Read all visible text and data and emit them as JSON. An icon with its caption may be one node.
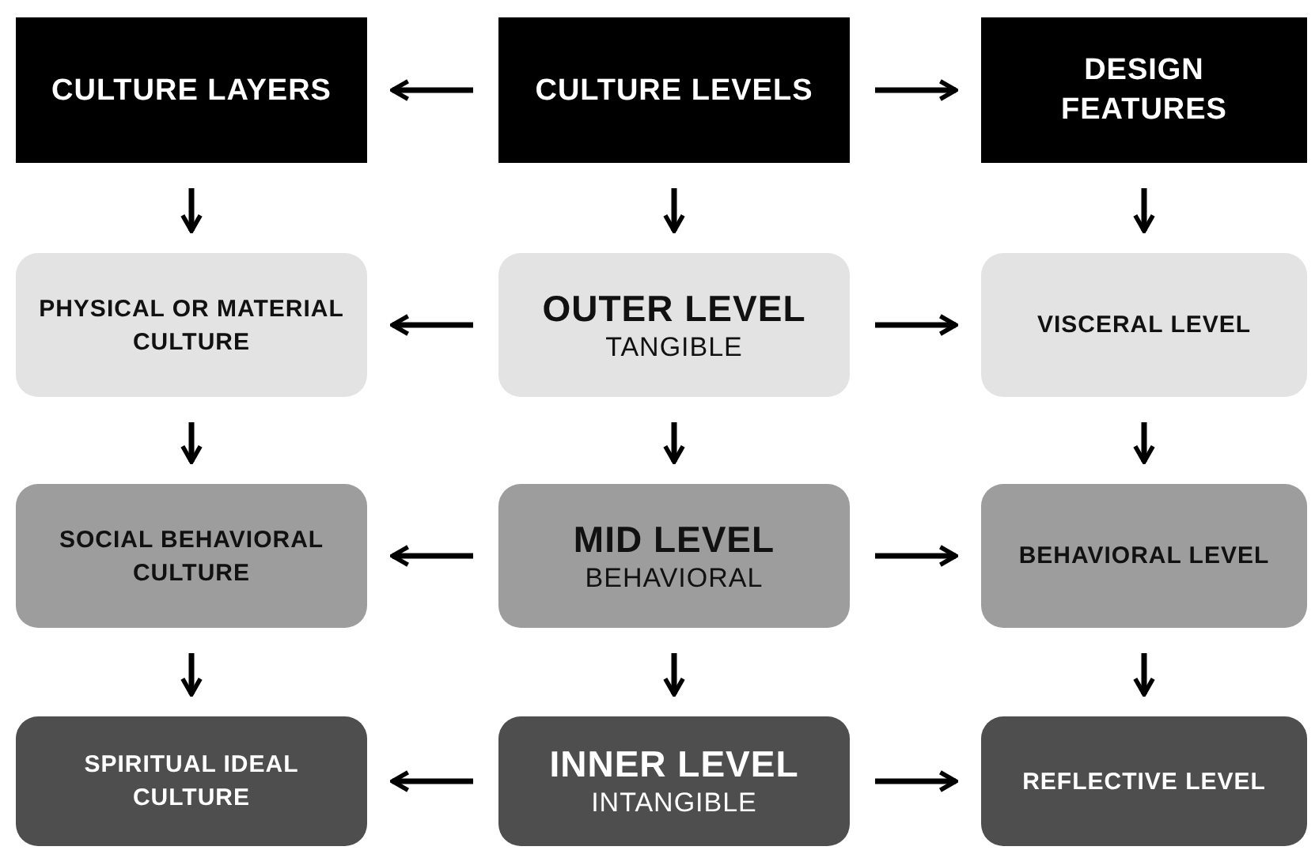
{
  "diagram": {
    "nodes": [
      {
        "text": [
          "CULTURE LAYERS"
        ]
      },
      {
        "text": [
          "CULTURE LEVELS"
        ]
      },
      {
        "text": [
          "DESIGN FEATURES"
        ]
      },
      {
        "text": [
          "PHYSICAL OR MATERIAL CULTURE"
        ]
      },
      {
        "text": [
          "OUTER LEVEL",
          "TANGIBLE"
        ]
      },
      {
        "text": [
          "VISCERAL LEVEL"
        ]
      },
      {
        "text": [
          "SOCIAL BEHAVIORAL CULTURE"
        ]
      },
      {
        "text": [
          "MID LEVEL",
          "BEHAVIORAL"
        ]
      },
      {
        "text": [
          "BEHAVIORAL LEVEL"
        ]
      },
      {
        "text": [
          "SPIRITUAL IDEAL CULTURE"
        ]
      },
      {
        "text": [
          "INNER LEVEL",
          "INTANGIBLE"
        ]
      },
      {
        "text": [
          "REFLECTIVE LEVEL"
        ]
      }
    ],
    "edges": [
      {
        "from": 1,
        "to": 0,
        "arrow": "to"
      },
      {
        "from": 1,
        "to": 2,
        "arrow": "to"
      },
      {
        "from": 0,
        "to": 3,
        "arrow": "to"
      },
      {
        "from": 1,
        "to": 4,
        "arrow": "to"
      },
      {
        "from": 2,
        "to": 5,
        "arrow": "to"
      },
      {
        "from": 4,
        "to": 3,
        "arrow": "to"
      },
      {
        "from": 4,
        "to": 5,
        "arrow": "to"
      },
      {
        "from": 3,
        "to": 6,
        "arrow": "to"
      },
      {
        "from": 4,
        "to": 7,
        "arrow": "to"
      },
      {
        "from": 5,
        "to": 8,
        "arrow": "to"
      },
      {
        "from": 7,
        "to": 6,
        "arrow": "to"
      },
      {
        "from": 7,
        "to": 8,
        "arrow": "to"
      },
      {
        "from": 6,
        "to": 9,
        "arrow": "to"
      },
      {
        "from": 7,
        "to": 10,
        "arrow": "to"
      },
      {
        "from": 8,
        "to": 11,
        "arrow": "to"
      },
      {
        "from": 10,
        "to": 9,
        "arrow": "to"
      },
      {
        "from": 10,
        "to": 11,
        "arrow": "to"
      }
    ]
  }
}
